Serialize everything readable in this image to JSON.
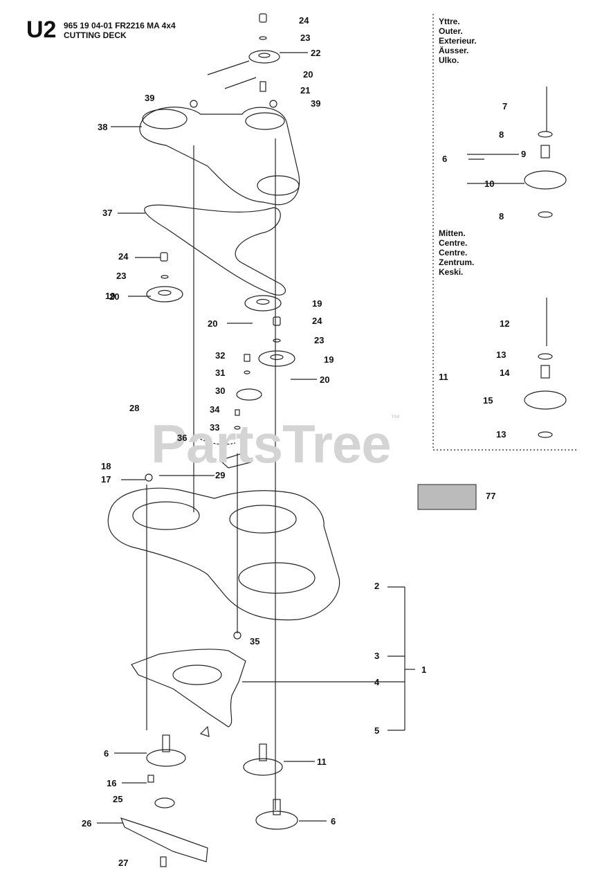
{
  "header": {
    "code": "U2",
    "line1": "965 19 04-01 FR2216 MA 4x4",
    "line2": "CUTTING DECK"
  },
  "outer_labels": [
    "Yttre.",
    "Outer.",
    "Exterieur.",
    "Äusser.",
    "Ulko."
  ],
  "center_labels": [
    "Mitten.",
    "Centre.",
    "Centre.",
    "Zentrum.",
    "Keski."
  ],
  "watermark": "PartsTree",
  "watermark_tm": "™",
  "callouts": [
    {
      "id": "c24a",
      "text": "24"
    },
    {
      "id": "c23a",
      "text": "23"
    },
    {
      "id": "c22",
      "text": "22"
    },
    {
      "id": "c20a",
      "text": "20"
    },
    {
      "id": "c21",
      "text": "21"
    },
    {
      "id": "c39a",
      "text": "39"
    },
    {
      "id": "c39b",
      "text": "39"
    },
    {
      "id": "c38",
      "text": "38"
    },
    {
      "id": "c37",
      "text": "37"
    },
    {
      "id": "c24b",
      "text": "24"
    },
    {
      "id": "c23b",
      "text": "23"
    },
    {
      "id": "c19a",
      "text": "19"
    },
    {
      "id": "c20b",
      "text": "20"
    },
    {
      "id": "c19b",
      "text": "19"
    },
    {
      "id": "c20c",
      "text": "20"
    },
    {
      "id": "c24c",
      "text": "24"
    },
    {
      "id": "c23c",
      "text": "23"
    },
    {
      "id": "c32",
      "text": "32"
    },
    {
      "id": "c31",
      "text": "31"
    },
    {
      "id": "c19c",
      "text": "19"
    },
    {
      "id": "c20d",
      "text": "20"
    },
    {
      "id": "c30",
      "text": "30"
    },
    {
      "id": "c28",
      "text": "28"
    },
    {
      "id": "c34",
      "text": "34"
    },
    {
      "id": "c33",
      "text": "33"
    },
    {
      "id": "c36",
      "text": "36"
    },
    {
      "id": "c18",
      "text": "18"
    },
    {
      "id": "c17",
      "text": "17"
    },
    {
      "id": "c29",
      "text": "29"
    },
    {
      "id": "c35",
      "text": "35"
    },
    {
      "id": "c2",
      "text": "2"
    },
    {
      "id": "c3",
      "text": "3"
    },
    {
      "id": "c4",
      "text": "4"
    },
    {
      "id": "c1",
      "text": "1"
    },
    {
      "id": "c5",
      "text": "5"
    },
    {
      "id": "c6a",
      "text": "6"
    },
    {
      "id": "c11a",
      "text": "11"
    },
    {
      "id": "c16",
      "text": "16"
    },
    {
      "id": "c25",
      "text": "25"
    },
    {
      "id": "c6b",
      "text": "6"
    },
    {
      "id": "c26",
      "text": "26"
    },
    {
      "id": "c27",
      "text": "27"
    },
    {
      "id": "c7",
      "text": "7"
    },
    {
      "id": "c8a",
      "text": "8"
    },
    {
      "id": "c9",
      "text": "9"
    },
    {
      "id": "c6c",
      "text": "6"
    },
    {
      "id": "c10",
      "text": "10"
    },
    {
      "id": "c8b",
      "text": "8"
    },
    {
      "id": "c12",
      "text": "12"
    },
    {
      "id": "c13a",
      "text": "13"
    },
    {
      "id": "c11b",
      "text": "11"
    },
    {
      "id": "c14",
      "text": "14"
    },
    {
      "id": "c15",
      "text": "15"
    },
    {
      "id": "c13b",
      "text": "13"
    },
    {
      "id": "c77",
      "text": "77"
    }
  ]
}
